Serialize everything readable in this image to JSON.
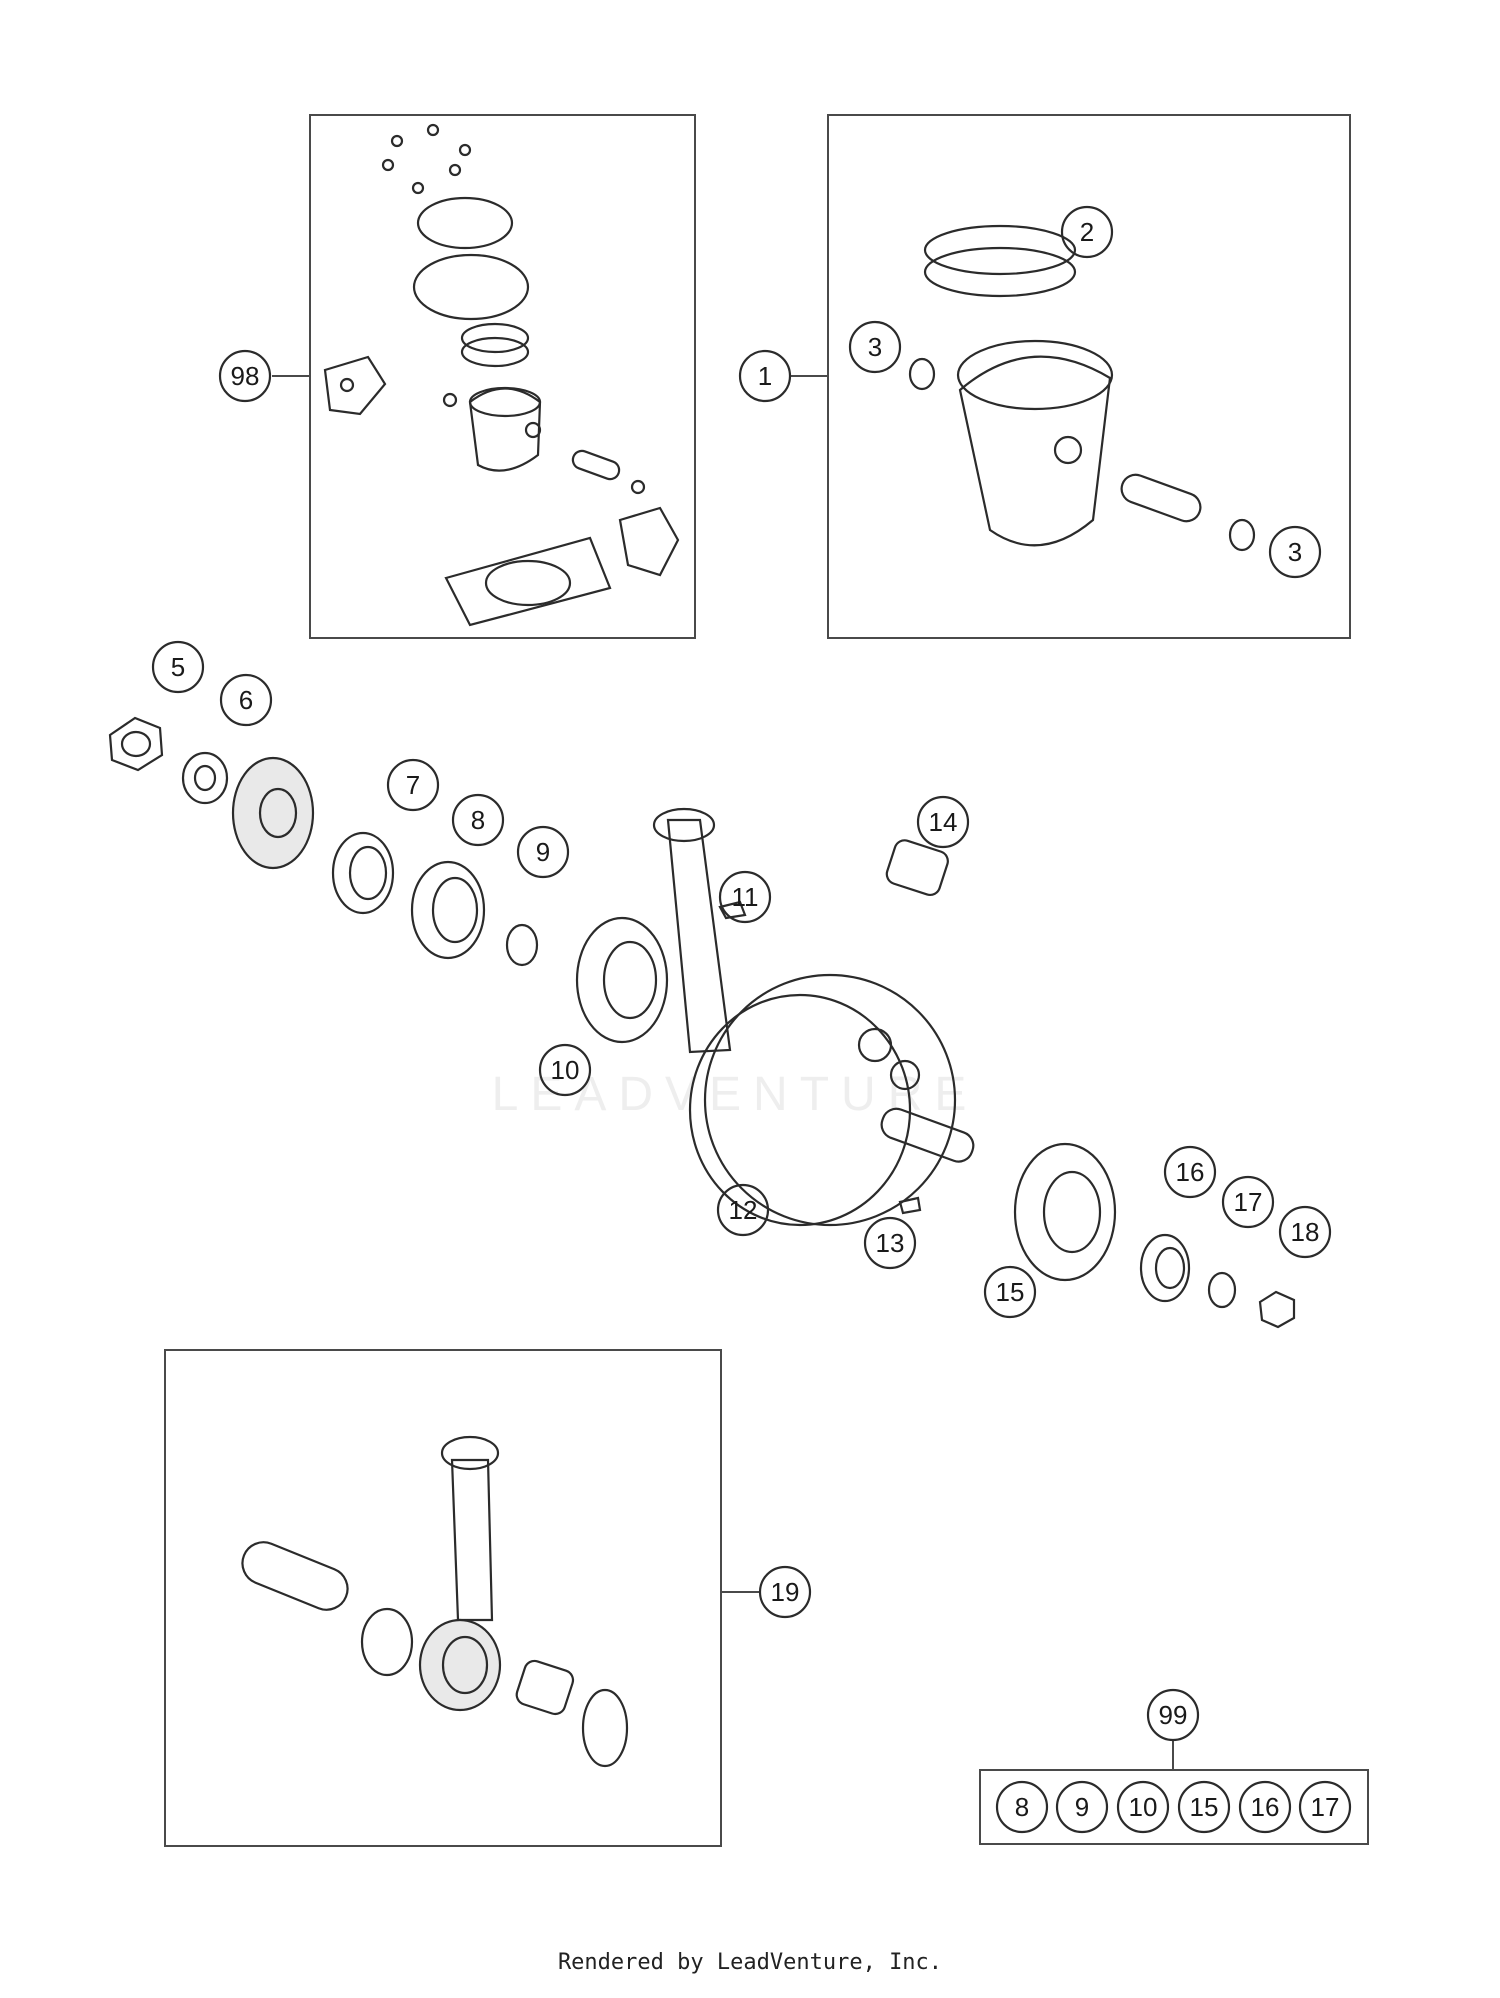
{
  "footer": "Rendered by LeadVenture, Inc.",
  "watermark": "LEADVENTURE",
  "callouts": {
    "c1": "1",
    "c2": "2",
    "c3a": "3",
    "c3b": "3",
    "c5": "5",
    "c6": "6",
    "c7": "7",
    "c8": "8",
    "c9": "9",
    "c10": "10",
    "c11": "11",
    "c12": "12",
    "c13": "13",
    "c14": "14",
    "c15": "15",
    "c16": "16",
    "c17": "17",
    "c18": "18",
    "c19": "19",
    "c98": "98",
    "c99": "99"
  },
  "kit99": [
    "8",
    "9",
    "10",
    "15",
    "16",
    "17"
  ],
  "colors": {
    "line": "#2b2b2b",
    "frame": "#4a4a4a",
    "watermark": "#eeeeee"
  }
}
